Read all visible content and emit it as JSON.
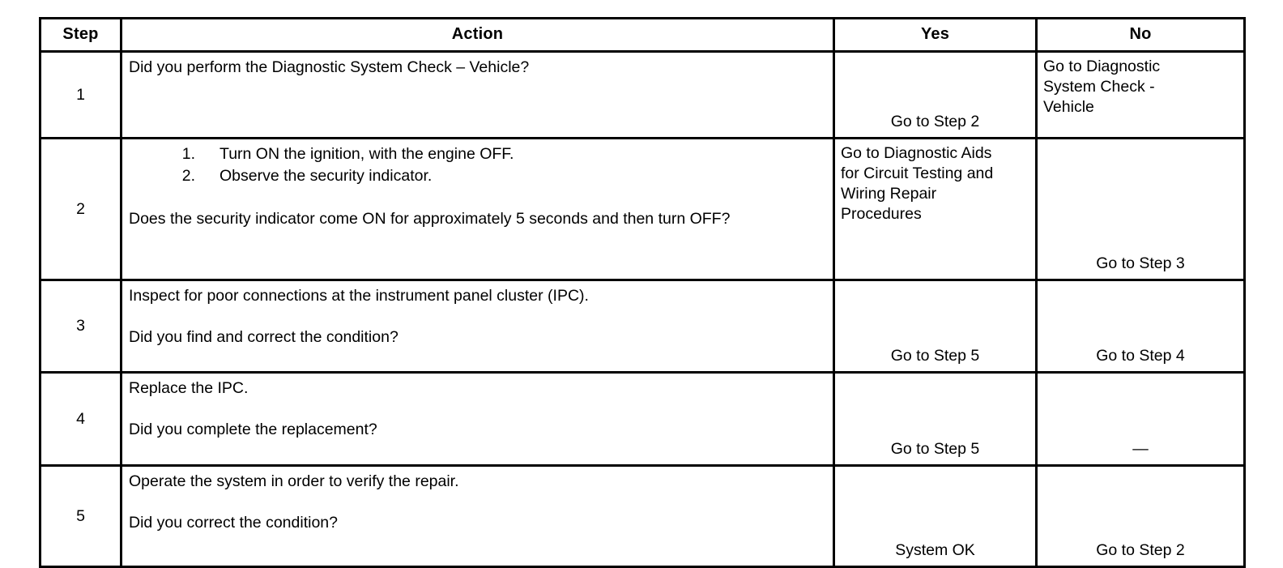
{
  "table": {
    "headers": {
      "step": "Step",
      "action": "Action",
      "yes": "Yes",
      "no": "No"
    },
    "rows": [
      {
        "step": "1",
        "action": {
          "lines": [
            "Did you perform the Diagnostic System Check – Vehicle?"
          ],
          "list": []
        },
        "yes": [
          "Go to Step 2"
        ],
        "no": [
          "Go to Diagnostic",
          "System Check -",
          "Vehicle"
        ],
        "yes_align": "center-bottom",
        "no_align": "top-left"
      },
      {
        "step": "2",
        "action": {
          "lines": [
            "Does the security indicator come ON for approximately 5 seconds and then turn OFF?"
          ],
          "list": [
            {
              "num": "1.",
              "text": "Turn ON the ignition, with the engine OFF."
            },
            {
              "num": "2.",
              "text": "Observe the security indicator."
            }
          ]
        },
        "yes": [
          "Go to Diagnostic Aids",
          "for Circuit Testing and",
          "Wiring Repair",
          "Procedures"
        ],
        "no": [
          "Go to Step 3"
        ],
        "yes_align": "top-left",
        "no_align": "center-bottom"
      },
      {
        "step": "3",
        "action": {
          "lines": [
            "Inspect for poor connections at the instrument panel cluster (IPC).",
            "Did you find and correct the condition?"
          ],
          "list": []
        },
        "yes": [
          "Go to Step 5"
        ],
        "no": [
          "Go to Step 4"
        ],
        "yes_align": "center-bottom",
        "no_align": "center-bottom"
      },
      {
        "step": "4",
        "action": {
          "lines": [
            "Replace the IPC.",
            "Did you complete the replacement?"
          ],
          "list": []
        },
        "yes": [
          "Go to Step 5"
        ],
        "no": [
          "—"
        ],
        "yes_align": "center-bottom",
        "no_align": "center-bottom"
      },
      {
        "step": "5",
        "action": {
          "lines": [
            "Operate the system in order to verify the repair.",
            "Did you correct the condition?"
          ],
          "list": []
        },
        "yes": [
          "System OK"
        ],
        "no": [
          "Go to Step 2"
        ],
        "yes_align": "center-bottom",
        "no_align": "center-bottom"
      }
    ]
  }
}
